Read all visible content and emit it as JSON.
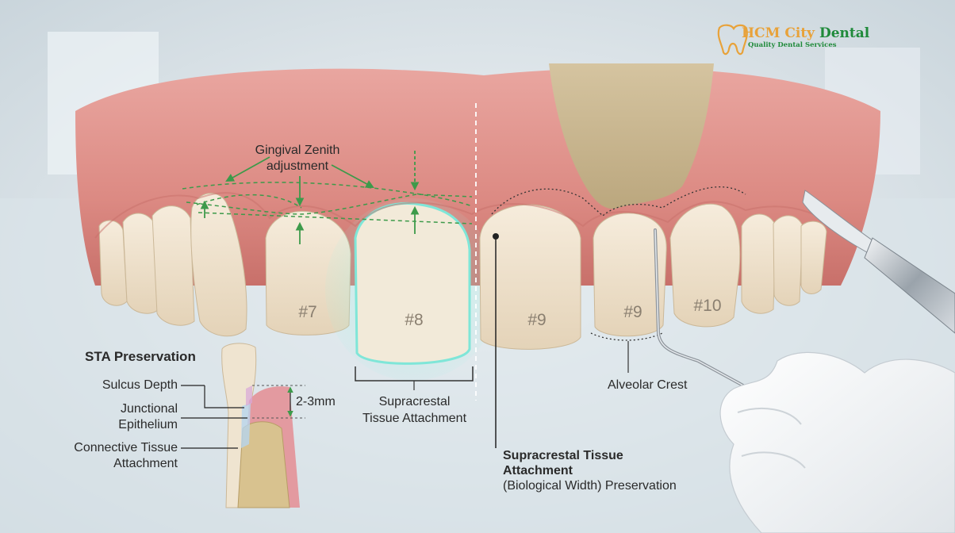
{
  "brand": {
    "name_part1": "HCM City ",
    "name_part2": "Dental",
    "tagline": "Quality Dental Services",
    "colors": {
      "orange": "#e8a23a",
      "green": "#1f8a3a"
    }
  },
  "teeth_labels": [
    "#7",
    "#8",
    "#9",
    "#9",
    "#10"
  ],
  "annotations": {
    "gingival_zenith_line1": "Gingival Zenith",
    "gingival_zenith_line2": "adjustment",
    "sta_bracket_line1": "Supracrestal",
    "sta_bracket_line2": "Tissue Attachment",
    "alveolar_crest": "Alveolar Crest",
    "preservation_bold_line1": "Supracrestal Tissue",
    "preservation_bold_line2": "Attachment",
    "preservation_line3": "(Biological Width) Preservation"
  },
  "inset": {
    "title": "STA Preservation",
    "sulcus_depth": "Sulcus Depth",
    "junctional_line1": "Junctional",
    "junctional_line2": "Epithelium",
    "connective_line1": "Connective Tissue",
    "connective_line2": "Attachment",
    "measurement": "2-3mm"
  },
  "colors": {
    "gum": "#d9827c",
    "tooth": "#efe4d0",
    "highlight": "#7fe6d8",
    "guide": "#3d9a4a",
    "bone": "#c9b690"
  }
}
